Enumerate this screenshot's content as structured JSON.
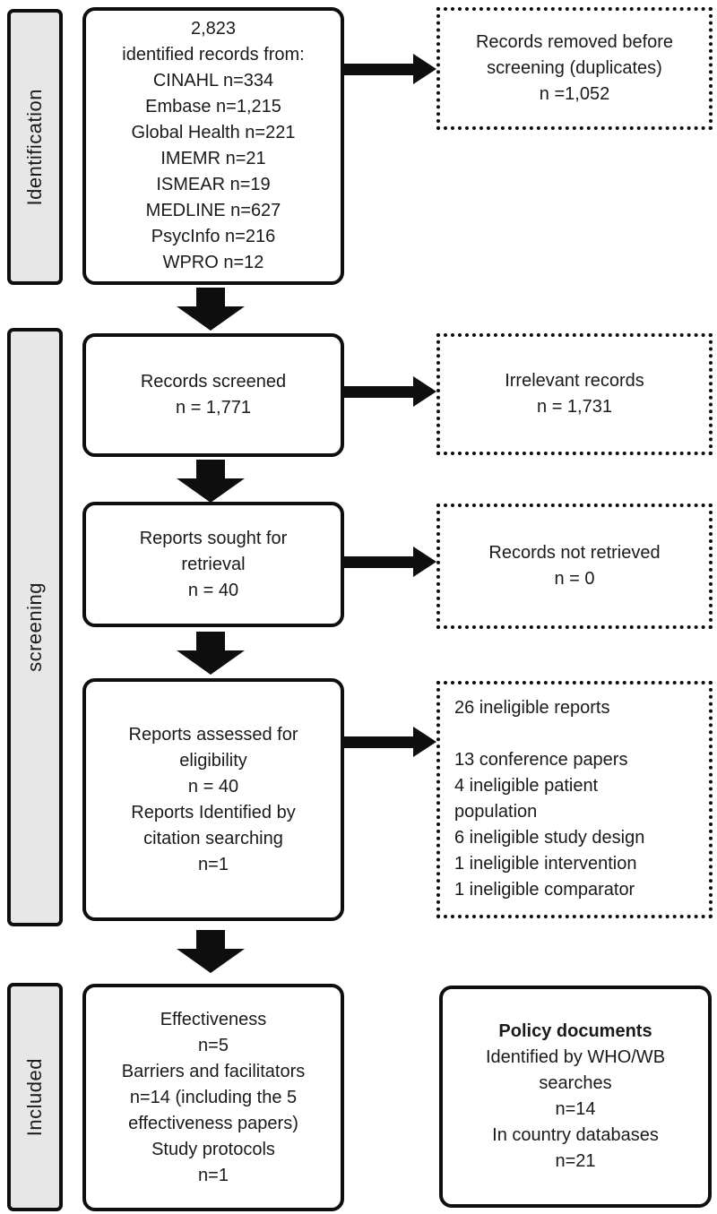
{
  "colors": {
    "box_border": "#0e0e0e",
    "sidebar_fill": "#e7e7e7",
    "background": "#ffffff",
    "text": "#1a1a1a"
  },
  "stages": [
    {
      "label": "Identification"
    },
    {
      "label": "screening"
    },
    {
      "label": "Included"
    }
  ],
  "flow_boxes": {
    "identified_records": {
      "lines": [
        "2,823",
        "identified records from:",
        "CINAHL n=334",
        "Embase n=1,215",
        "Global Health n=221",
        "IMEMR n=21",
        "ISMEAR n=19",
        "MEDLINE n=627",
        "PsycInfo n=216",
        "WPRO n=12"
      ]
    },
    "records_screened": {
      "lines": [
        "Records screened",
        "n = 1,771"
      ]
    },
    "reports_sought": {
      "lines": [
        "Reports sought for",
        "retrieval",
        "n = 40"
      ]
    },
    "reports_assessed": {
      "lines": [
        "Reports assessed for",
        "eligibility",
        "n = 40",
        "Reports Identified by",
        "citation searching",
        "n=1"
      ]
    },
    "included_studies": {
      "lines": [
        "Effectiveness",
        "n=5",
        "Barriers and facilitators",
        "n=14 (including the 5",
        "effectiveness papers)",
        "Study protocols",
        "n=1"
      ]
    }
  },
  "side_boxes": {
    "records_removed": {
      "lines": [
        "Records removed before",
        "screening (duplicates)",
        "n =1,052"
      ]
    },
    "irrelevant_records": {
      "lines": [
        "Irrelevant records",
        "n = 1,731"
      ]
    },
    "records_not_retrieved": {
      "lines": [
        "Records not retrieved",
        "n = 0"
      ]
    },
    "ineligible_reports": {
      "lines": [
        "26 ineligible reports",
        "",
        "13 conference papers",
        "4 ineligible patient",
        "population",
        "6 ineligible study design",
        "1 ineligible intervention",
        "1 ineligible comparator"
      ]
    },
    "policy_documents": {
      "lines": [
        "Policy documents",
        "Identified by WHO/WB",
        "searches",
        "n=14",
        "In country databases",
        "n=21"
      ]
    }
  }
}
